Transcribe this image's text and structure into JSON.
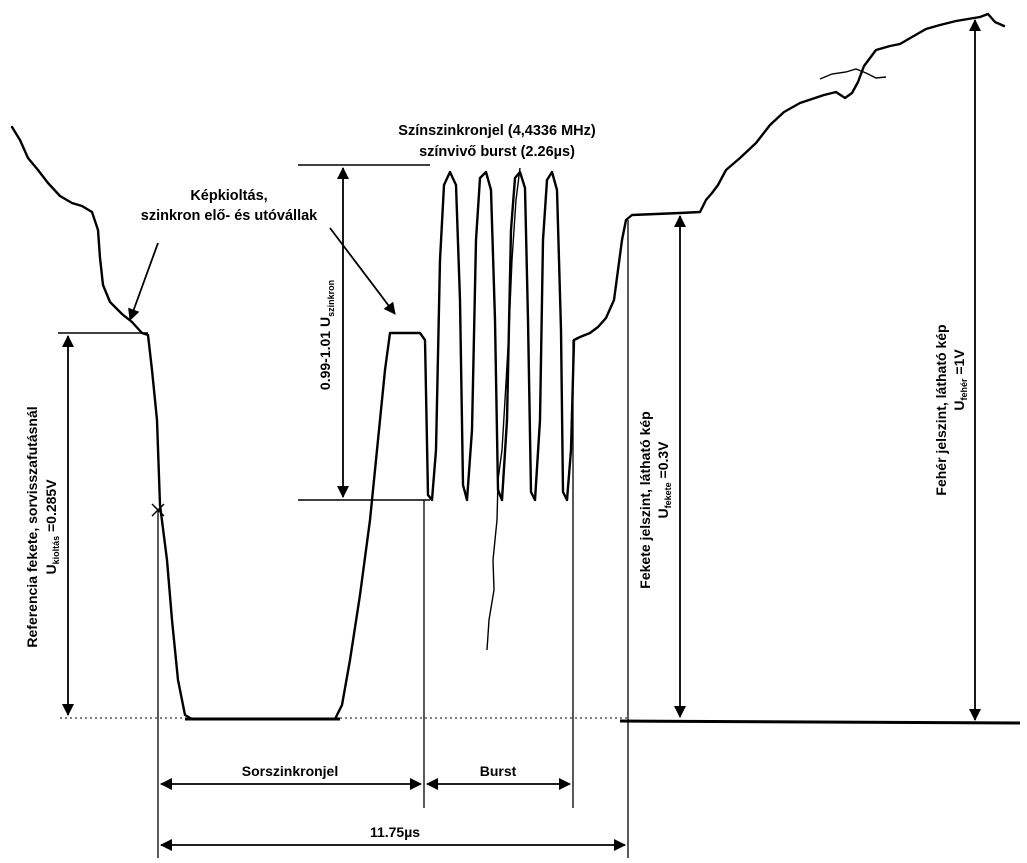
{
  "labels": {
    "burst_title_1": "Színszinkronjel (4,4336 MHz)",
    "burst_title_2": "színvivő burst (2.26µs)",
    "blanking_1": "Képkioltás,",
    "blanking_2": "szinkron elő- és utóvállak",
    "sync_amp_main": "0.99-1.01 U",
    "sync_amp_sub": "szinkron",
    "ref_black_1": "Referencia fekete, sorvisszafutásnál",
    "ref_black_main": "U",
    "ref_black_sub": "kioltás",
    "ref_black_val": " =0.285V",
    "black_1": "Fekete jelszint, látható kép",
    "black_main": "U",
    "black_sub": "fekete",
    "black_val": " =0.3V",
    "white_1": "Fehér jelszint, látható kép",
    "white_main": "U",
    "white_sub": "fehér",
    "white_val": " =1V",
    "sorszinkron": "Sorszinkronjel",
    "burst": "Burst",
    "line_time": "11.75µs"
  }
}
